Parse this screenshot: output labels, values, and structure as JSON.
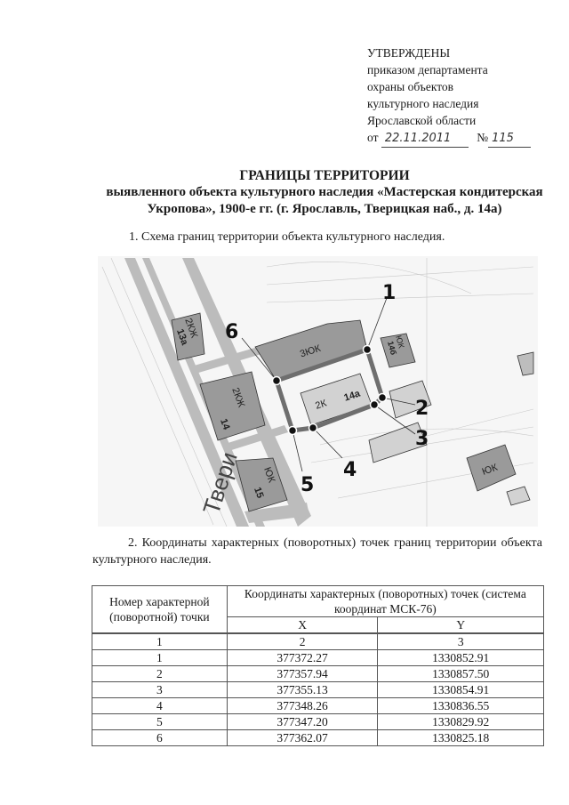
{
  "approval": {
    "heading": "УТВЕРЖДЕНЫ",
    "lines": [
      "приказом департамента",
      "охраны объектов",
      "культурного наследия",
      "Ярославской области"
    ],
    "date_prefix": "от",
    "date": "22.11.2011",
    "number_prefix": "№",
    "number": "115"
  },
  "title": {
    "main": "ГРАНИЦЫ ТЕРРИТОРИИ",
    "line2": "выявленного объекта культурного наследия «Мастерская кондитерская",
    "line3": "Укропова», 1900-е гг. (г. Ярославль, Тверицкая наб., д. 14а)"
  },
  "section1": "1.  Схема границ территории объекта культурного наследия.",
  "map": {
    "buildings": [
      {
        "label": "3ЮК",
        "number": ""
      },
      {
        "label": "2К",
        "number": "14а"
      },
      {
        "label": "2КЖ",
        "number": "13а"
      },
      {
        "label": "2КЖ",
        "number": "14"
      },
      {
        "label": "ЮК",
        "number": "15"
      },
      {
        "label": "ЮК",
        "number": "14б"
      },
      {
        "label": "ЮК",
        "number": ""
      }
    ],
    "street_label": "Твери",
    "points": [
      "1",
      "2",
      "3",
      "4",
      "5",
      "6"
    ],
    "colors": {
      "boundary": "#6e6e6e",
      "building_dark": "#9a9a9a",
      "building_light": "#d2d2d2",
      "road": "#b8b8b8"
    }
  },
  "section2": "2. Координаты характерных (поворотных) точек границ территории объекта культурного наследия.",
  "table": {
    "col1_header": "Номер характерной (поворотной) точки",
    "coords_header": "Координаты характерных (поворотных) точек (система координат МСК-76)",
    "x_header": "X",
    "y_header": "Y",
    "numbering": [
      "1",
      "2",
      "3"
    ],
    "rows": [
      {
        "point": "1",
        "x": "377372.27",
        "y": "1330852.91"
      },
      {
        "point": "2",
        "x": "377357.94",
        "y": "1330857.50"
      },
      {
        "point": "3",
        "x": "377355.13",
        "y": "1330854.91"
      },
      {
        "point": "4",
        "x": "377348.26",
        "y": "1330836.55"
      },
      {
        "point": "5",
        "x": "377347.20",
        "y": "1330829.92"
      },
      {
        "point": "6",
        "x": "377362.07",
        "y": "1330825.18"
      }
    ]
  }
}
